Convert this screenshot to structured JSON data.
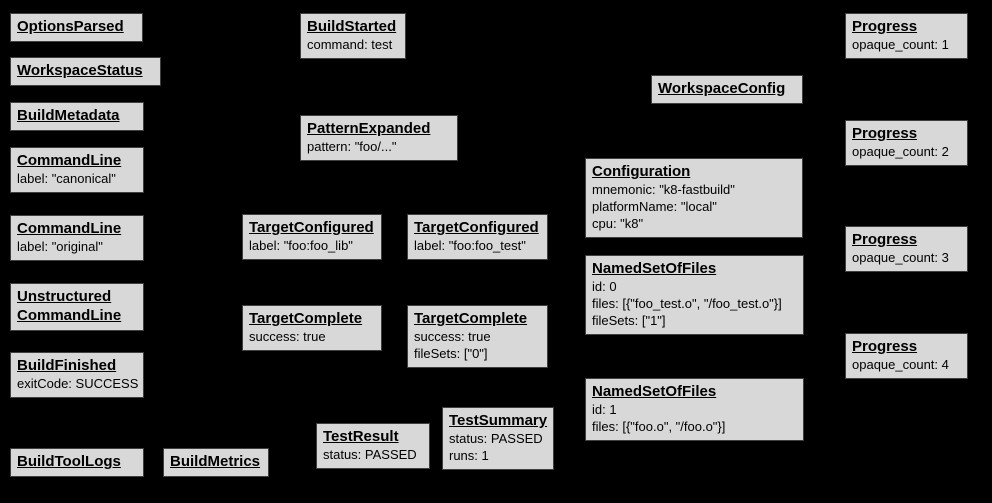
{
  "diagram": {
    "background_color": "#000000",
    "node_fill_color": "#d8d8d8",
    "node_border_color": "#3f3f3f",
    "nodes": [
      {
        "title": "OptionsParsed",
        "detail": ""
      },
      {
        "title": "WorkspaceStatus",
        "detail": ""
      },
      {
        "title": "BuildMetadata",
        "detail": ""
      },
      {
        "title": "CommandLine",
        "detail": "label: \"canonical\""
      },
      {
        "title": "CommandLine",
        "detail": "label: \"original\""
      },
      {
        "title": "Unstructured\nCommandLine",
        "detail": ""
      },
      {
        "title": "BuildFinished",
        "detail": "exitCode: SUCCESS"
      },
      {
        "title": "BuildToolLogs",
        "detail": ""
      },
      {
        "title": "BuildMetrics",
        "detail": ""
      },
      {
        "title": "BuildStarted",
        "detail": "command: test"
      },
      {
        "title": "PatternExpanded",
        "detail": "pattern: \"foo/...\""
      },
      {
        "title": "TargetConfigured",
        "detail": "label: \"foo:foo_lib\""
      },
      {
        "title": "TargetConfigured",
        "detail": "label: \"foo:foo_test\""
      },
      {
        "title": "TargetComplete",
        "detail": "success: true"
      },
      {
        "title": "TargetComplete",
        "detail": "success: true\nfileSets: [\"0\"]"
      },
      {
        "title": "TestResult",
        "detail": "status: PASSED"
      },
      {
        "title": "TestSummary",
        "detail": "status: PASSED\nruns: 1"
      },
      {
        "title": "WorkspaceConfig",
        "detail": ""
      },
      {
        "title": "Configuration",
        "detail": "mnemonic: \"k8-fastbuild\"\nplatformName: \"local\"\ncpu: \"k8\""
      },
      {
        "title": "NamedSetOfFiles",
        "detail": "id: 0\nfiles: [{\"foo_test.o\", \"/foo_test.o\"}]\nfileSets: [\"1\"]"
      },
      {
        "title": "NamedSetOfFiles",
        "detail": "id: 1\nfiles: [{\"foo.o\", \"/foo.o\"}]"
      },
      {
        "title": "Progress",
        "detail": "opaque_count: 1"
      },
      {
        "title": "Progress",
        "detail": "opaque_count: 2"
      },
      {
        "title": "Progress",
        "detail": "opaque_count: 3"
      },
      {
        "title": "Progress",
        "detail": "opaque_count: 4"
      }
    ]
  }
}
